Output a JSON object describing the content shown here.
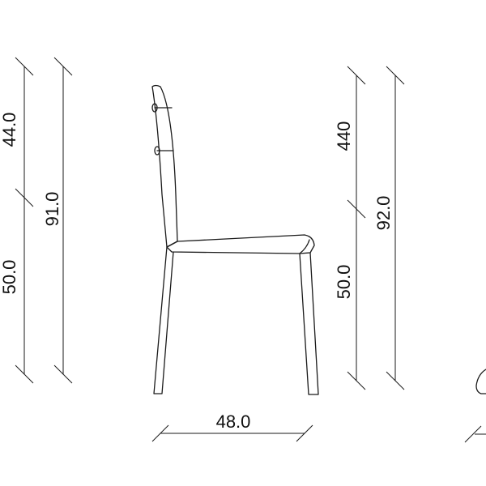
{
  "dimensions": {
    "left_seat_height": "50.0",
    "left_back_height": "44.0",
    "left_total_height": "91.0",
    "seat_depth": "48.0",
    "right_seat_height": "50.0",
    "right_back_height": "440",
    "right_total_height": "92.0"
  },
  "colors": {
    "ink": "#1a1a1a",
    "background": "#ffffff"
  }
}
